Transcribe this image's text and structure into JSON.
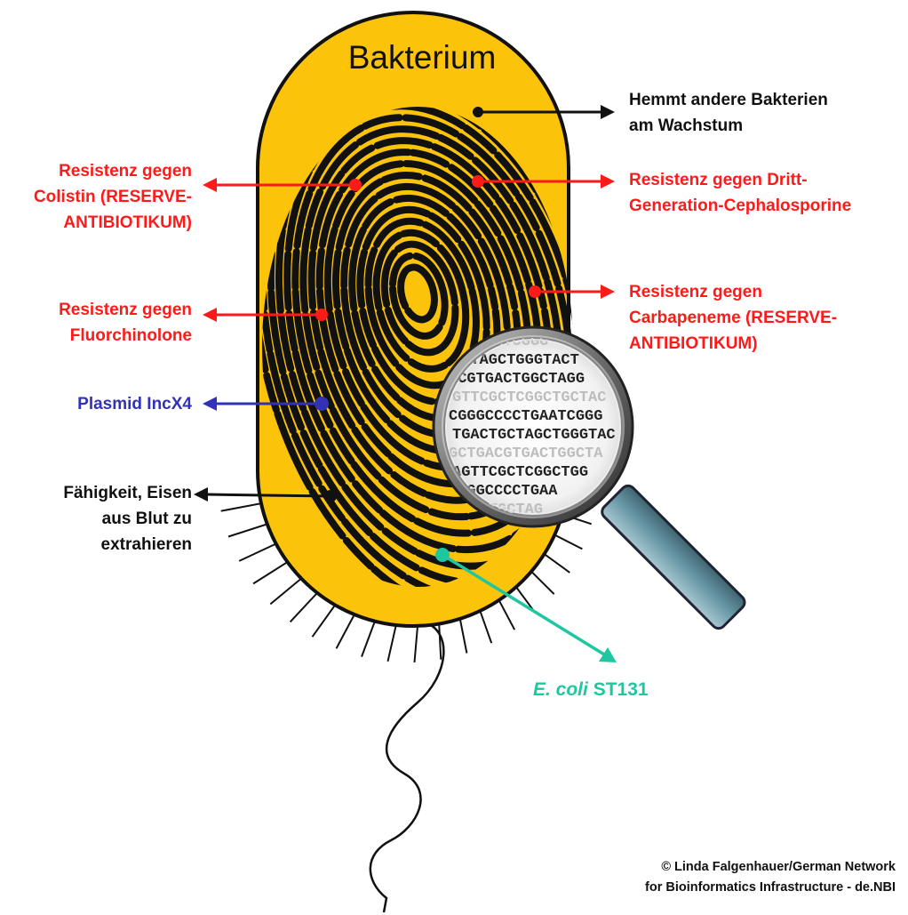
{
  "title": "Bakterium",
  "labels": {
    "growth_inhibit": "Hemmt andere Bakterien\nam Wachstum",
    "colistin": "Resistenz gegen\nColistin (RESERVE-\nANTIBIOTIKUM)",
    "cephalosporine": "Resistenz gegen Dritt-\nGeneration-Cephalosporine",
    "fluorchinolone": "Resistenz gegen\nFluorchinolone",
    "carbapeneme": "Resistenz gegen\nCarbapeneme (RESERVE-\nANTIBIOTIKUM)",
    "plasmid": "Plasmid IncX4",
    "iron": "Fähigkeit, Eisen\naus Blut zu\nextrahieren",
    "ecoli_italic": "E. coli",
    "ecoli_rest": " ST131"
  },
  "dna_lines": [
    "GCTGAATCGGG",
    "GCTAGCTGGGTACT",
    "ACGTGACTGGCTAGG",
    "GTTCGCTCGGCTGCTAC",
    "CGGGCCCCTGAATCGGG",
    "TGACTGCTAGCTGGGTAC",
    "GCTGACGTGACTGGCTA",
    "AGTTCGCTCGGCTGG",
    "CGGGCCCCTGAA",
    "TGACTGCTAG"
  ],
  "credit": "© Linda Falgenhauer/German Network\nfor Bioinformatics Infrastructure - de.NBI",
  "colors": {
    "cell_fill": "#fcc30b",
    "red": "#ff1a1a",
    "blue": "#3232b8",
    "teal": "#1fc7a0",
    "black": "#111111",
    "lens_handle": "#6a9aa8"
  },
  "icons": [
    "magnifying-glass-icon",
    "fingerprint-icon",
    "flagellum-icon"
  ]
}
